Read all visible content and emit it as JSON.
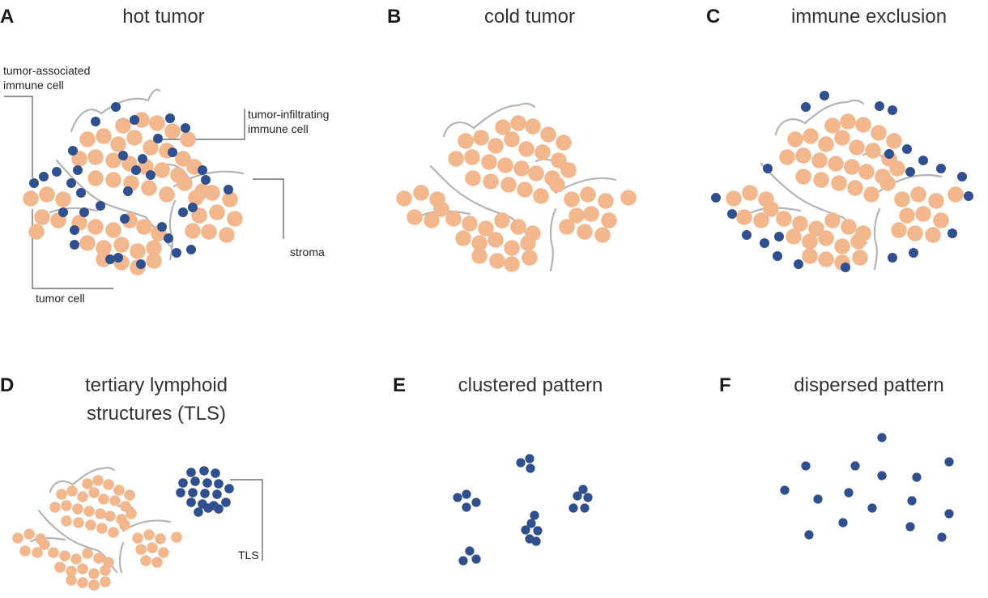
{
  "colors": {
    "tumor_cell": "#f3b78e",
    "immune_cell": "#2f4f8f",
    "stroma": "#b4b4b4",
    "text": "#333333"
  },
  "panels": [
    {
      "letter": "A",
      "title_lines": [
        "hot tumor"
      ]
    },
    {
      "letter": "B",
      "title_lines": [
        "cold tumor"
      ]
    },
    {
      "letter": "C",
      "title_lines": [
        "immune exclusion"
      ]
    },
    {
      "letter": "D",
      "title_lines": [
        "tertiary lymphoid",
        "structures (TLS)"
      ]
    },
    {
      "letter": "E",
      "title_lines": [
        "clustered pattern"
      ]
    },
    {
      "letter": "F",
      "title_lines": [
        "dispersed pattern"
      ]
    }
  ],
  "annotations": {
    "tumor_associated": [
      "tumor-associated",
      "immune cell"
    ],
    "tumor_infiltrating": [
      "tumor-infiltrating",
      "immune cell"
    ],
    "stroma": "stroma",
    "tumor_cell": "tumor cell",
    "tls": "TLS"
  }
}
